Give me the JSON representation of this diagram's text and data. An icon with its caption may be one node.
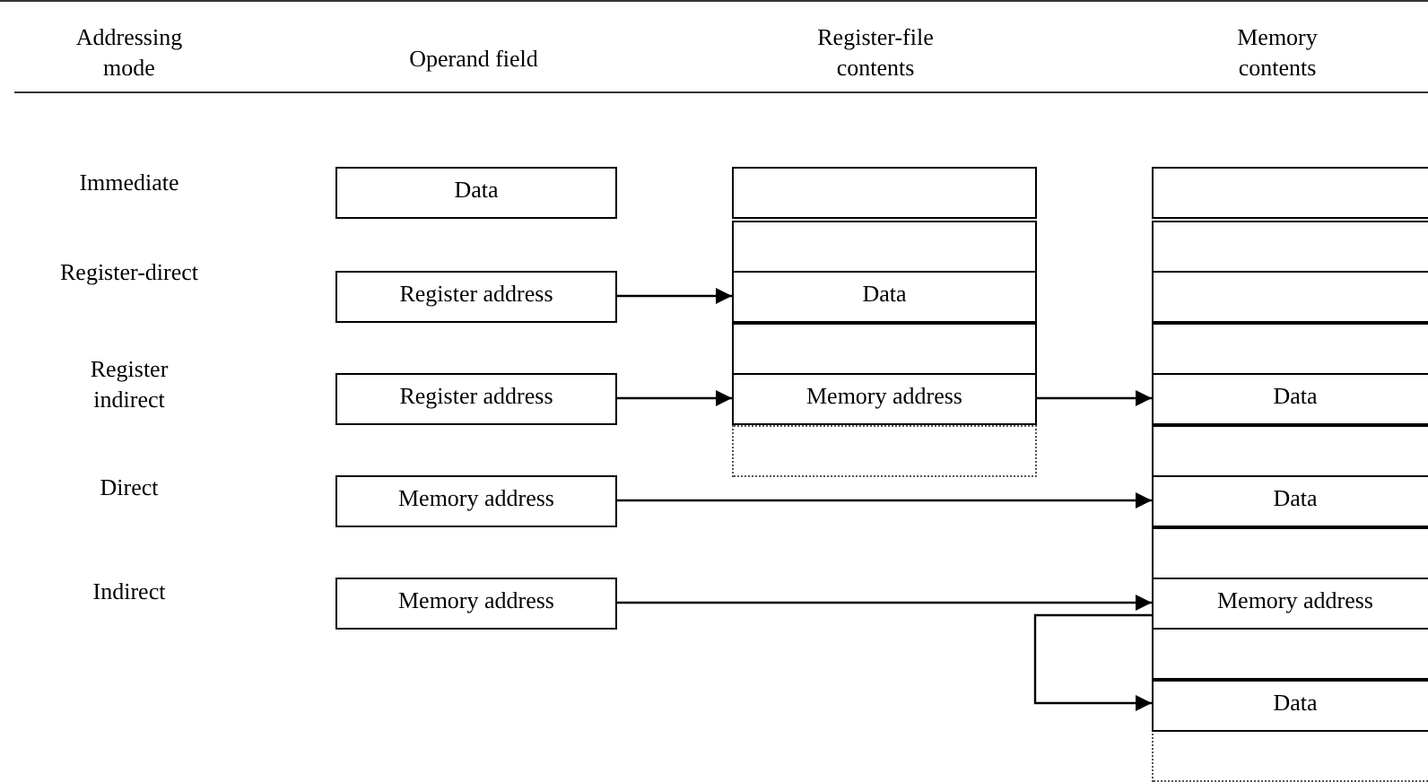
{
  "diagram": {
    "nodes": [
      {
        "text": [
          "Data"
        ]
      },
      {
        "text": [
          "Register address"
        ]
      },
      {
        "text": [
          "Register address"
        ]
      },
      {
        "text": [
          "Memory address"
        ]
      },
      {
        "text": [
          "Memory address"
        ]
      },
      {
        "text": [],
        "shape": "box"
      },
      {
        "text": [],
        "shape": "box"
      },
      {
        "text": [
          "Data"
        ]
      },
      {
        "text": [],
        "shape": "box"
      },
      {
        "text": [
          "Memory address"
        ]
      },
      {
        "text": [],
        "shape": "box"
      },
      {
        "text": [],
        "shape": "box"
      },
      {
        "text": [],
        "shape": "box"
      },
      {
        "text": [],
        "shape": "box"
      },
      {
        "text": [],
        "shape": "box"
      },
      {
        "text": [
          "Data"
        ]
      },
      {
        "text": [],
        "shape": "box"
      },
      {
        "text": [
          "Data"
        ]
      },
      {
        "text": [],
        "shape": "box"
      },
      {
        "text": [
          "Memory address"
        ]
      },
      {
        "text": [],
        "shape": "box"
      },
      {
        "text": [
          "Data"
        ]
      },
      {
        "text": [],
        "shape": "box"
      }
    ],
    "edges": [
      {
        "from": 1,
        "to": 7,
        "arrow": "to"
      },
      {
        "from": 2,
        "to": 9,
        "arrow": "to"
      },
      {
        "from": 9,
        "to": 15,
        "arrow": "to"
      },
      {
        "from": 3,
        "to": 17,
        "arrow": "to"
      },
      {
        "from": 4,
        "to": 19,
        "arrow": "to"
      },
      {
        "from": 19,
        "to": 21,
        "arrow": "to"
      }
    ],
    "labels": [
      "Addressing mode",
      "Operand field",
      "Register-file contents",
      "Memory contents",
      "Immediate",
      "Register-direct",
      "Register indirect",
      "Direct",
      "Indirect"
    ]
  }
}
